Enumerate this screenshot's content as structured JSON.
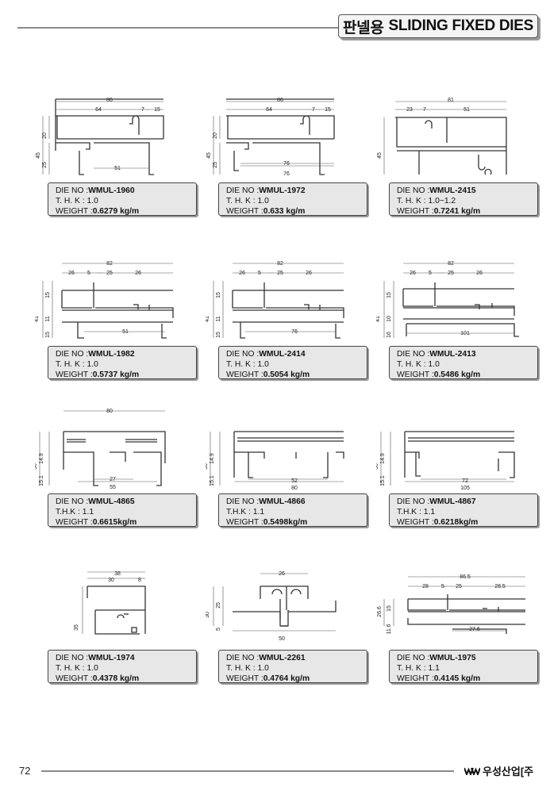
{
  "header": {
    "title_ko": "판넬용",
    "title_en": "SLIDING FIXED DIES"
  },
  "footer": {
    "page": "72",
    "brand": "우성산업[주"
  },
  "labels": {
    "die_no": "DIE NO :",
    "thk": "T. H. K :",
    "thk2": "T.H.K :",
    "weight": "WEIGHT :"
  },
  "dies": [
    {
      "die_no": "WMUL-1960",
      "thk": "1.0",
      "weight": "0.6279 kg/m",
      "dims": [
        "86",
        "64",
        "7",
        "15",
        "20",
        "45",
        "25",
        "51"
      ]
    },
    {
      "die_no": "WMUL-1972",
      "thk": "1.0",
      "weight": "0.633 kg/m",
      "dims": [
        "86",
        "64",
        "7",
        "15",
        "20",
        "45",
        "25",
        "76",
        "76"
      ]
    },
    {
      "die_no": "WMUL-2415",
      "thk": "1.0~1.2",
      "weight": "0.7241 kg/m",
      "dims": [
        "81",
        "23",
        "7",
        "51",
        "45"
      ]
    },
    {
      "die_no": "WMUL-1982",
      "thk": "1.0",
      "weight": "0.5737 kg/m",
      "dims": [
        "82",
        "26",
        "5",
        "25",
        "26",
        "15",
        "41",
        "11",
        "15",
        "51"
      ]
    },
    {
      "die_no": "WMUL-2414",
      "thk": "1.0",
      "weight": "0.5054 kg/m",
      "dims": [
        "82",
        "26",
        "5",
        "25",
        "26",
        "15",
        "41",
        "11",
        "15",
        "76"
      ]
    },
    {
      "die_no": "WMUL-2413",
      "thk": "1.0",
      "weight": "0.5486 kg/m",
      "dims": [
        "82",
        "26",
        "5",
        "25",
        "26",
        "15",
        "41",
        "10",
        "16",
        "101"
      ]
    },
    {
      "die_no": "WMUL-4865",
      "thk": "1.1",
      "weight": "0.6615kg/m",
      "dims": [
        "80",
        "30",
        "14.9",
        "15.1",
        "27",
        "55"
      ]
    },
    {
      "die_no": "WMUL-4866",
      "thk": "1.1",
      "weight": "0.5498kg/m",
      "dims": [
        "30",
        "14.9",
        "15.1",
        "52",
        "80"
      ]
    },
    {
      "die_no": "WMUL-4867",
      "thk": "1.1",
      "weight": "0.6218kg/m",
      "dims": [
        "30",
        "14.9",
        "15.1",
        "72",
        "105"
      ]
    },
    {
      "die_no": "WMUL-1974",
      "thk": "1.0",
      "weight": "0.4378 kg/m",
      "dims": [
        "38",
        "30",
        "8",
        "35"
      ]
    },
    {
      "die_no": "WMUL-2261",
      "thk": "1.0",
      "weight": "0.4764 kg/m",
      "dims": [
        "26",
        "30",
        "25",
        "5",
        "50"
      ]
    },
    {
      "die_no": "WMUL-1975",
      "thk": "1.1",
      "weight": "0.4145 kg/m",
      "dims": [
        "86.5",
        "28",
        "5",
        "25",
        "28.5",
        "26.6",
        "15",
        "11.6",
        "27.6"
      ]
    }
  ]
}
